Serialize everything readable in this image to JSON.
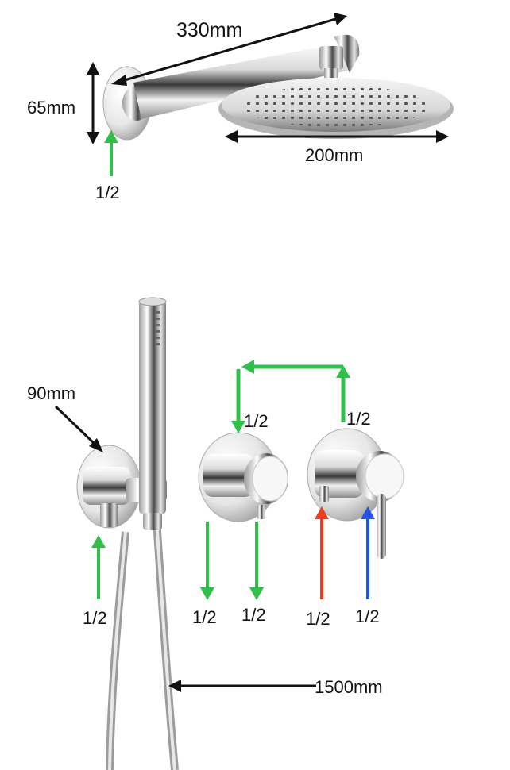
{
  "labels": {
    "arm_length": "330mm",
    "flange_height": "65mm",
    "head_diameter": "200mm",
    "arm_inlet": "1/2",
    "bracket_diameter": "90mm",
    "bracket_inlet": "1/2",
    "diverter_top": "1/2",
    "mixer_top": "1/2",
    "diverter_out_left": "1/2",
    "diverter_out_right": "1/2",
    "hot_inlet": "1/2",
    "cold_inlet": "1/2",
    "hose_length": "1500mm"
  },
  "colors": {
    "flow_arrow": "#2fc04a",
    "hot_arrow": "#ef3b1e",
    "cold_arrow": "#1f55e6",
    "dimension": "#111111",
    "chrome_light": "#fafafa",
    "chrome_dark": "#2b2b2b"
  },
  "icons": [
    "shower-arm",
    "rain-shower-head",
    "handheld-shower",
    "hose",
    "diverter-valve",
    "mixer-valve",
    "wall-bracket"
  ]
}
